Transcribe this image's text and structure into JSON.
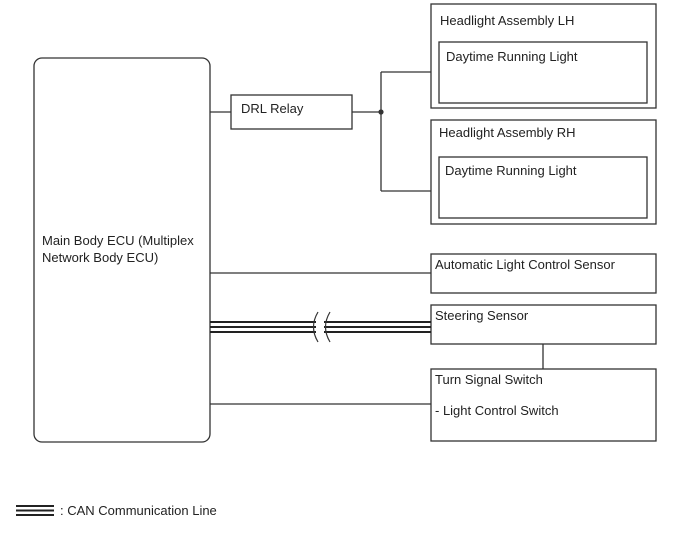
{
  "ecu": {
    "label": "Main Body ECU (Multiplex Network Body ECU)"
  },
  "drl_relay": {
    "label": "DRL Relay"
  },
  "headlight_lh": {
    "label": "Headlight Assembly LH",
    "inner": "Daytime Running Light"
  },
  "headlight_rh": {
    "label": "Headlight Assembly RH",
    "inner": "Daytime Running Light"
  },
  "auto_light_sensor": {
    "label": "Automatic Light Control Sensor"
  },
  "steering_sensor": {
    "label": "Steering Sensor"
  },
  "turn_signal_switch": {
    "label": "Turn Signal Switch",
    "sub": "- Light Control Switch"
  },
  "legend": {
    "can_line": ": CAN Communication Line"
  },
  "colors": {
    "line": "#333333",
    "background": "#ffffff"
  }
}
